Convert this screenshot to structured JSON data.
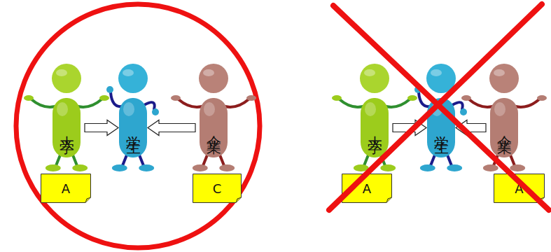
{
  "diagram": {
    "nodes": [
      {
        "text": [
          "大学"
        ]
      },
      {
        "text": [
          "学生"
        ]
      },
      {
        "text": [
          "企業"
        ]
      },
      {
        "text": [
          "A"
        ]
      },
      {
        "text": [
          "C"
        ]
      },
      {
        "text": [
          "大学"
        ]
      },
      {
        "text": [
          "学生"
        ]
      },
      {
        "text": [
          "企業"
        ]
      },
      {
        "text": [
          "A"
        ]
      },
      {
        "text": [
          "A"
        ]
      }
    ],
    "edges": [
      {
        "from": 0,
        "to": 1,
        "arrow": "to"
      },
      {
        "from": 2,
        "to": 1,
        "arrow": "to"
      },
      {
        "from": 5,
        "to": 6,
        "arrow": "to"
      },
      {
        "from": 7,
        "to": 6,
        "arrow": "to"
      }
    ]
  }
}
